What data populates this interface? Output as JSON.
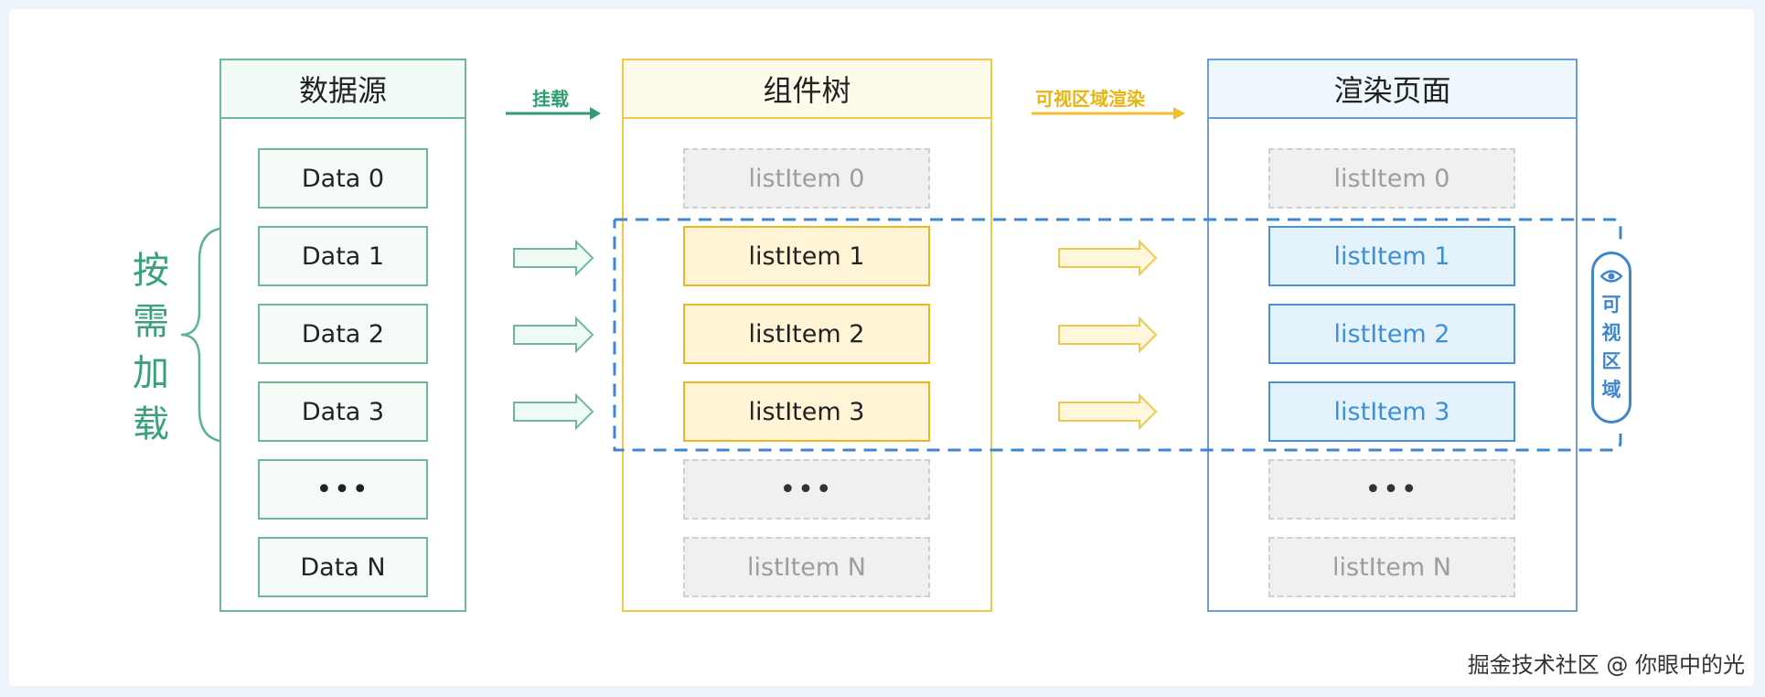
{
  "columns": {
    "data_source": {
      "title": "数据源",
      "items": [
        "Data 0",
        "Data 1",
        "Data 2",
        "Data 3",
        "•••",
        "Data N"
      ]
    },
    "component_tree": {
      "title": "组件树",
      "items": [
        "listItem 0",
        "listItem 1",
        "listItem 2",
        "listItem 3",
        "•••",
        "listItem N"
      ]
    },
    "render_page": {
      "title": "渲染页面",
      "items": [
        "listItem 0",
        "listItem 1",
        "listItem 2",
        "listItem 3",
        "•••",
        "listItem N"
      ]
    }
  },
  "arrows": {
    "mount_label": "挂载",
    "visible_render_label": "可视区域渲染"
  },
  "side_labels": {
    "on_demand_load": [
      "按",
      "需",
      "加",
      "载"
    ],
    "visible_area": [
      "可",
      "视",
      "区",
      "域"
    ]
  },
  "watermark": "掘金技术社区 @ 你眼中的光",
  "colors": {
    "green": "#3aa27a",
    "yellow": "#f0c84a",
    "blue": "#3f86cc",
    "ghost": "#f0f0f0"
  }
}
